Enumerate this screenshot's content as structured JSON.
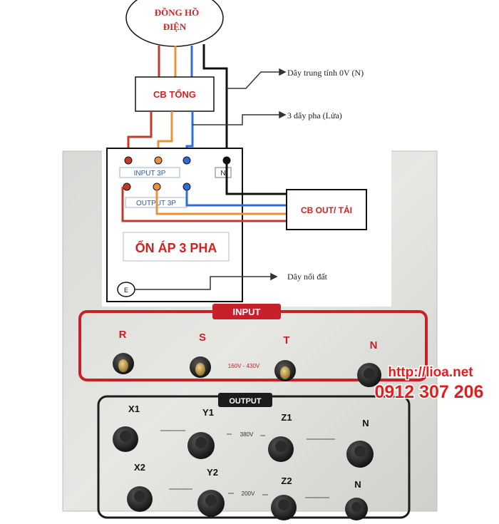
{
  "diagram": {
    "meter_label_line1": "ĐỒNG HỒ",
    "meter_label_line2": "ĐIỆN",
    "main_breaker_label": "CB TỔNG",
    "neutral_annotation": "Dây trung tính 0V (N)",
    "phase_annotation": "3 dây pha (Lửa)",
    "input_terminal_label": "INPUT 3P",
    "neutral_terminal_label": "N",
    "output_terminal_label": "OUTPUT 3P",
    "output_breaker_label": "CB OUT/ TẢI",
    "stabilizer_label": "ỔN ÁP 3 PHA",
    "earth_symbol": "E",
    "earth_annotation": "Dây nối đất",
    "wire_colors": {
      "red": "#c0392b",
      "orange": "#e8923a",
      "blue": "#2e6fd6",
      "neutral": "#111111"
    }
  },
  "panel": {
    "input_title": "INPUT",
    "input_terminals": [
      "R",
      "S",
      "T",
      "N"
    ],
    "input_range": "160V - 430V",
    "output_title": "OUTPUT",
    "output_row1": [
      "X1",
      "Y1",
      "Z1",
      "N"
    ],
    "output_row2": [
      "X2",
      "Y2",
      "Z2",
      "N"
    ],
    "output_v1": "380V",
    "output_v2": "200V",
    "accent_red": "#c8202a"
  },
  "watermark": {
    "url": "http://lioa.net",
    "phone": "0912 307 206"
  }
}
